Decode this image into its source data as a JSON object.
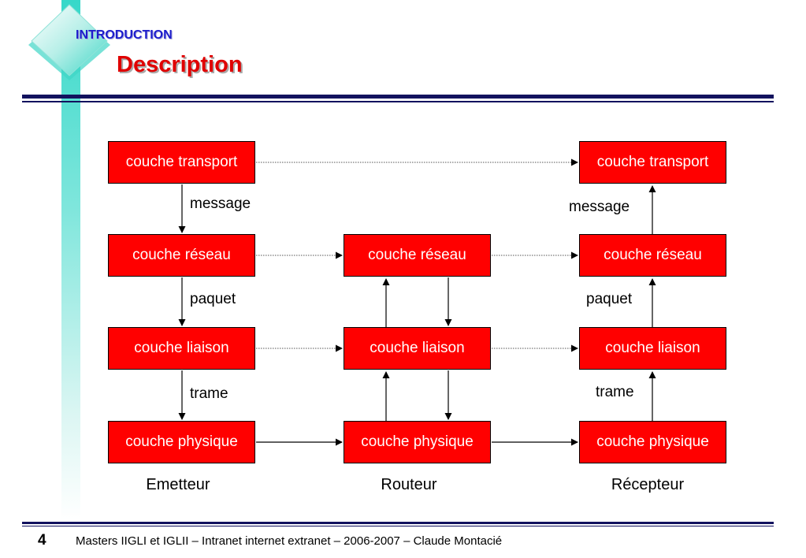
{
  "header": {
    "section": "INTRODUCTION",
    "title": "Description"
  },
  "diagram": {
    "emitter": {
      "name": "Emetteur",
      "layers": [
        "couche transport",
        "couche réseau",
        "couche liaison",
        "couche physique"
      ],
      "labels": [
        "message",
        "paquet",
        "trame"
      ]
    },
    "router": {
      "name": "Routeur",
      "layers": [
        "couche réseau",
        "couche liaison",
        "couche physique"
      ]
    },
    "receiver": {
      "name": "Récepteur",
      "layers": [
        "couche transport",
        "couche réseau",
        "couche liaison",
        "couche physique"
      ],
      "labels": [
        "message",
        "paquet",
        "trame"
      ]
    }
  },
  "footer": {
    "page_number": "4",
    "text": "Masters IIGLI et IGLII – Intranet internet extranet – 2006-2007 – Claude Montacié"
  },
  "colors": {
    "box_fill": "#ff0000",
    "title_red": "#e00000",
    "section_blue": "#1c1ccc",
    "rule_navy": "#12125e",
    "accent_teal": "#36d8c9"
  }
}
